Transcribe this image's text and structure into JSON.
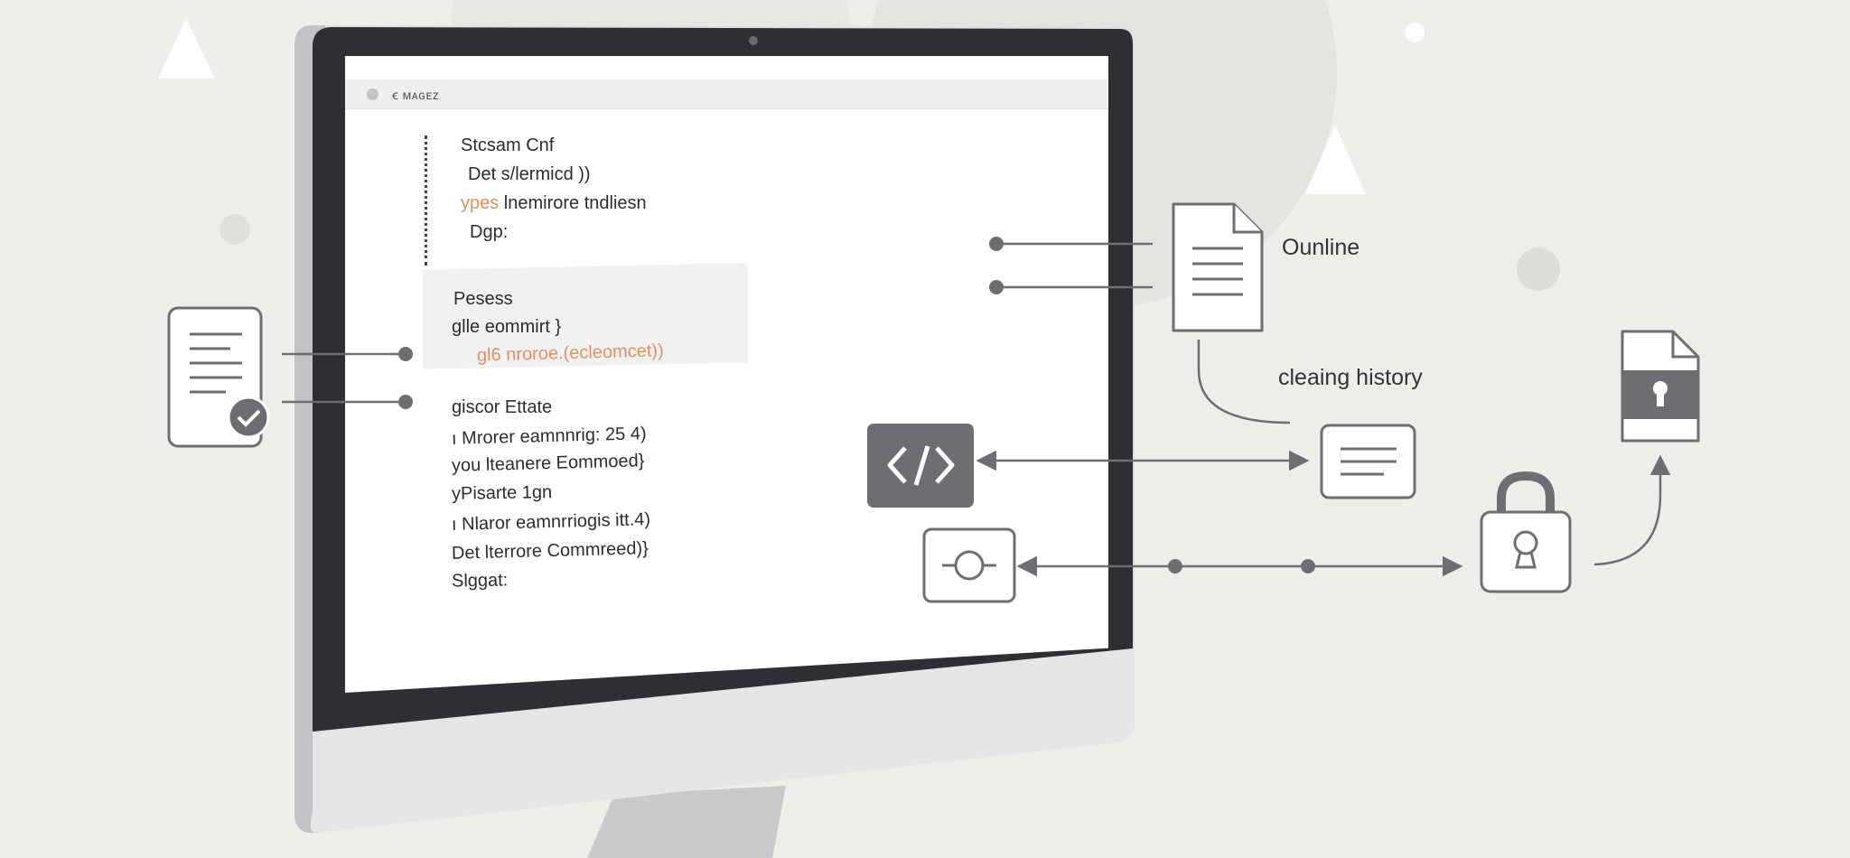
{
  "screen": {
    "window_title": "ꞓ ᴍᴀɢᴇᴢ",
    "code_lines": [
      {
        "text": "Stcsam Cnf",
        "accent": false
      },
      {
        "text": "Det s/lermicd ))",
        "accent": false
      },
      {
        "prefix": "ypes",
        "text": " lnemirore tndliesn",
        "accent": "prefix"
      },
      {
        "text": "Dgp:",
        "accent": false
      },
      {
        "text": "Pesess",
        "accent": false
      },
      {
        "text": "glle eommirt }",
        "accent": false
      },
      {
        "text": "gl6 nroroe.(ecleomcet))",
        "accent": true
      },
      {
        "text": "giscor Ettate",
        "accent": false
      },
      {
        "text": "ı Mrorer eamnnrig: 25 4)",
        "accent": false
      },
      {
        "text": "you lteanere Eommoed}",
        "accent": false
      },
      {
        "text": "yPisarte 1gn",
        "accent": false
      },
      {
        "text": "ı Nlaror eamnrriogis itt.4)",
        "accent": false
      },
      {
        "text": "Det lterrore Commreed)}",
        "accent": false
      },
      {
        "text": "Slggat:",
        "accent": false
      }
    ]
  },
  "labels": {
    "outline": "Ounline",
    "clearing": "cleaing history"
  },
  "icons": [
    "document-check-icon",
    "document-icon",
    "code-icon",
    "note-icon",
    "toggle-icon",
    "padlock-icon",
    "locked-file-icon"
  ],
  "colors": {
    "background": "#eceee9",
    "accent": "#e09060",
    "bezel": "#2e2f33",
    "icon_stroke": "#6d6e72"
  }
}
